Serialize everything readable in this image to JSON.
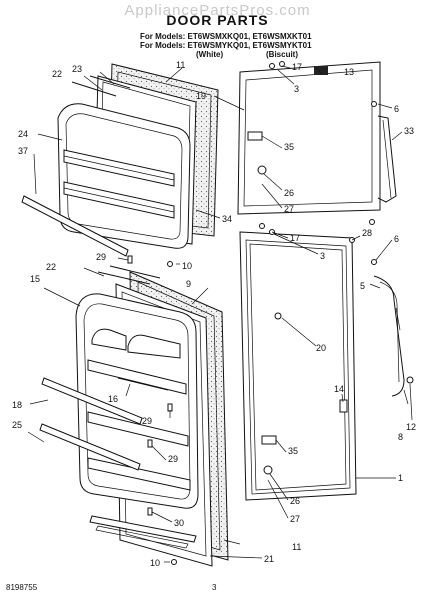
{
  "header": {
    "watermark": "AppliancePartsPros.com",
    "title": "DOOR PARTS",
    "models_line1": "For Models: ET6WSMXKQ01, ET6WSMXKT01",
    "models_line2": "For Models: ET6WSMYKQ01, ET6WSMYKT01",
    "finish_white": "(White)",
    "finish_biscuit": "(Biscuit)"
  },
  "callouts": [
    "1",
    "3",
    "3",
    "5",
    "6",
    "6",
    "8",
    "9",
    "10",
    "10",
    "11",
    "11",
    "12",
    "13",
    "14",
    "15",
    "16",
    "17",
    "17",
    "18",
    "19",
    "20",
    "21",
    "22",
    "22",
    "23",
    "24",
    "25",
    "26",
    "26",
    "27",
    "27",
    "28",
    "29",
    "29",
    "29",
    "30",
    "33",
    "34",
    "35",
    "35",
    "37"
  ],
  "footer": {
    "doc_number": "8198755",
    "page_number": "3"
  }
}
